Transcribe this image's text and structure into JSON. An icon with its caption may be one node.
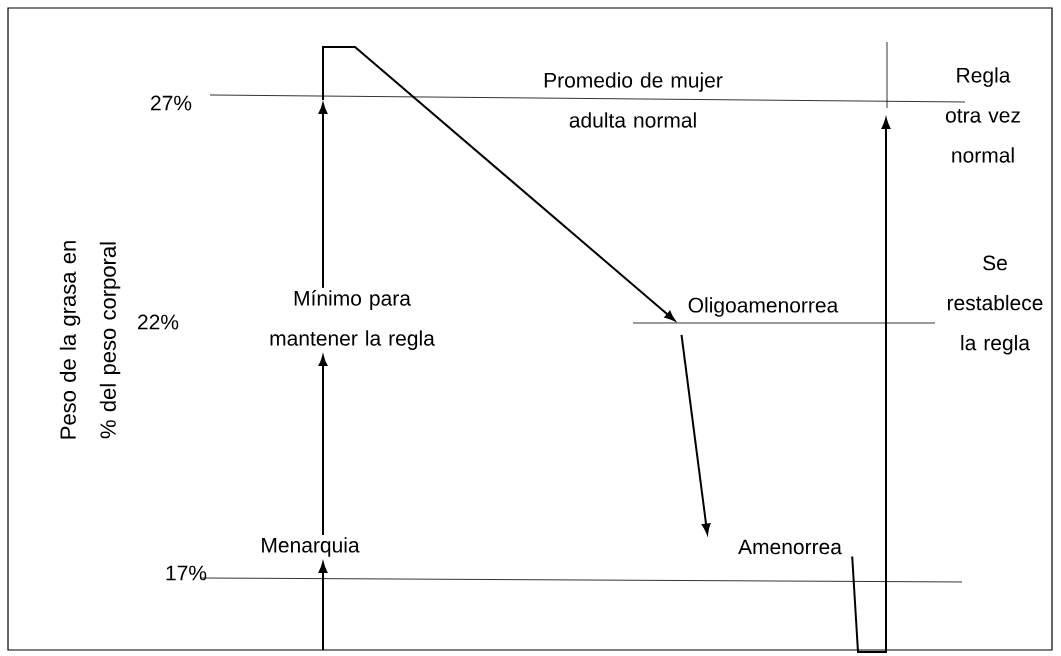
{
  "diagram": {
    "nodes": [
      {
        "text": [
          "Menarquia"
        ]
      },
      {
        "text": [
          "Mínimo para mantener la regla"
        ]
      },
      {
        "text": [
          "Promedio de mujer adulta normal"
        ]
      },
      {
        "text": [
          "Oligoamenorrea"
        ]
      },
      {
        "text": [
          "Amenorrea"
        ]
      },
      {
        "text": [
          "Regla otra vez normal"
        ]
      },
      {
        "text": [
          "Se restablece la regla"
        ]
      }
    ],
    "edges": [
      {
        "from": null,
        "to": 0,
        "arrow": "to"
      },
      {
        "from": 0,
        "to": 1,
        "arrow": "to"
      },
      {
        "from": 1,
        "to": null,
        "arrow": "to"
      },
      {
        "from": null,
        "to": 3,
        "arrow": "to"
      },
      {
        "from": 3,
        "to": 4,
        "arrow": "to"
      },
      {
        "from": 4,
        "to": 5,
        "arrow": "to"
      }
    ],
    "labels": [
      "Peso de la grasa en % del peso corporal",
      "27%",
      "22%",
      "17%"
    ]
  }
}
